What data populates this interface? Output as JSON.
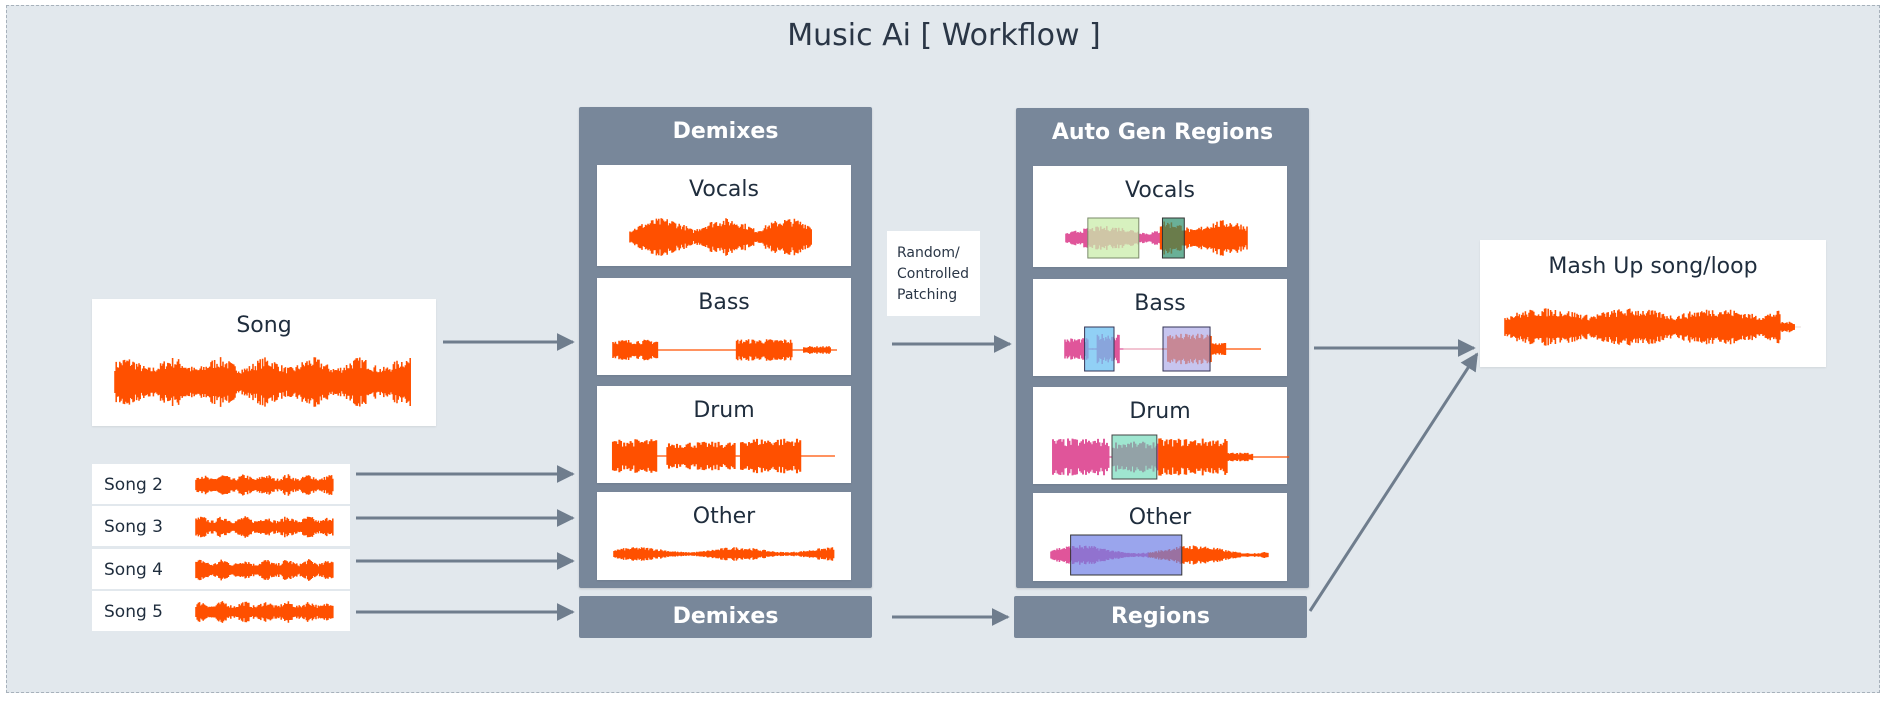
{
  "title": "Music Ai [ Workflow ]",
  "song": {
    "label": "Song"
  },
  "songs": [
    {
      "label": "Song 2"
    },
    {
      "label": "Song 3"
    },
    {
      "label": "Song 4"
    },
    {
      "label": "Song 5"
    }
  ],
  "demixes_panel": {
    "title": "Demixes",
    "stems": [
      "Vocals",
      "Bass",
      "Drum",
      "Other"
    ],
    "bar_label": "Demixes"
  },
  "patching_note": [
    "Random/",
    "Controlled",
    "Patching"
  ],
  "regions_panel": {
    "title": "Auto Gen Regions",
    "stems": [
      "Vocals",
      "Bass",
      "Drum",
      "Other"
    ],
    "bar_label": "Regions"
  },
  "mashup": {
    "label": "Mash Up song/loop"
  },
  "colors": {
    "background": "#e2e8ed",
    "panel": "#78879a",
    "waveform": "#ff5000",
    "waveform_pink": "#e0559a",
    "arrow": "#6f7d8d",
    "region_yellow": "#c9ecaa",
    "region_green": "#2b8f6b",
    "region_blue": "#6cc0f2",
    "region_lilac": "#a9a6e6",
    "region_teal": "#5fd6b0",
    "region_indigo": "#6f7fe6"
  }
}
